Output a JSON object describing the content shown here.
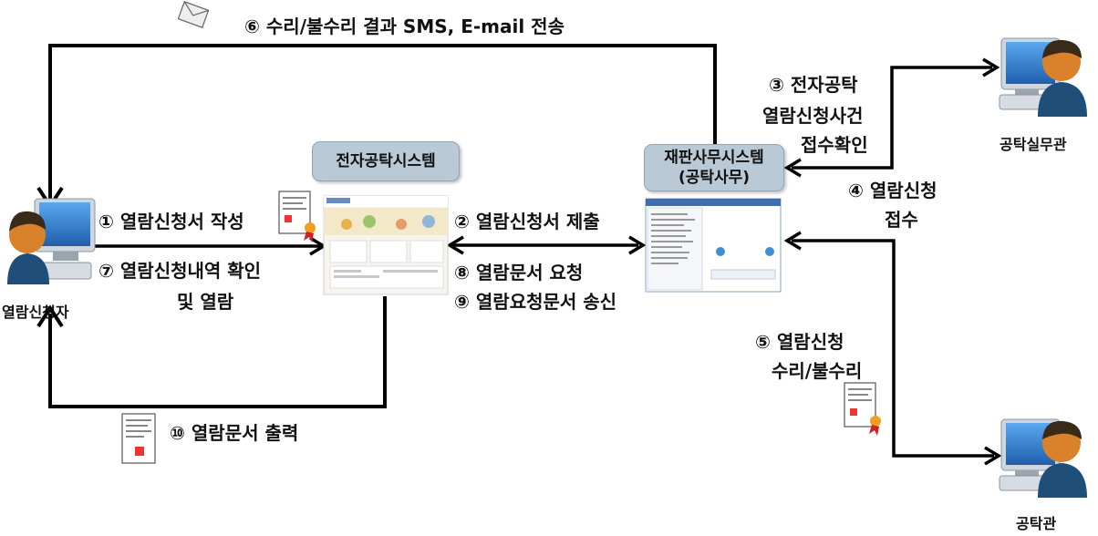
{
  "top_message": "⑥ 수리/불수리 결과 SMS, E-mail 전송",
  "actors": {
    "applicant": "열람신청자",
    "officer": "공탁실무관",
    "clerk": "공탁관"
  },
  "systems": {
    "electronic": "전자공탁시스템",
    "court_line1": "재판사무시스템",
    "court_line2": "(공탁사무)"
  },
  "steps": {
    "s1": "① 열람신청서 작성",
    "s7_line1": "⑦ 열람신청내역 확인",
    "s7_line2": "및 열람",
    "s2": "② 열람신청서 제출",
    "s8": "⑧ 열람문서 요청",
    "s9": "⑨ 열람요청문서 송신",
    "s3_line1": "③ 전자공탁",
    "s3_line2": "열람신청사건",
    "s3_line3": "접수확인",
    "s4_line1": "④ 열람신청",
    "s4_line2": "접수",
    "s5_line1": "⑤ 열람신청",
    "s5_line2": "수리/불수리",
    "s10": "⑩ 열람문서 출력"
  },
  "colors": {
    "arrow": "#000000",
    "system_box": "#b9cad6",
    "monitor_blue": "#2a73c8",
    "person_skin": "#d9822b",
    "person_shirt": "#1f4e79"
  }
}
